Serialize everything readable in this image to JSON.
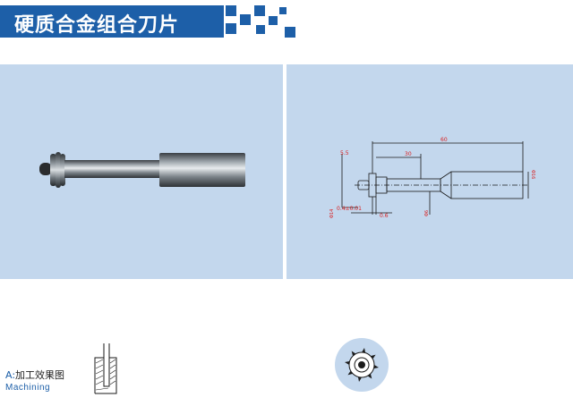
{
  "header": {
    "title": "硬质合金组合刀片"
  },
  "drawing": {
    "dim_length": "60",
    "dim_inner": "30",
    "dim_step": "5.5",
    "dim_tol": "0.4±0.01",
    "dim_blade": "0.6",
    "dim_d1": "Φ14",
    "dim_d2": "Φ6",
    "dim_d3": "Φ16"
  },
  "caption": {
    "prefix": "A:",
    "label": "加工效果图",
    "english": "Machining"
  },
  "colors": {
    "brand": "#1d5fa8",
    "panel": "#c3d7ed",
    "dimension": "#d82020"
  }
}
